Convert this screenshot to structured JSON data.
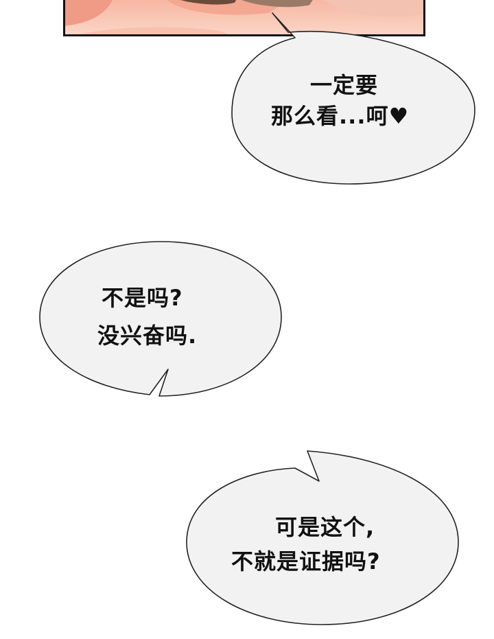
{
  "bubbles": [
    {
      "lines": [
        "一定要",
        "那么看...呵♥"
      ]
    },
    {
      "lines": [
        "不是吗?",
        "没兴奋吗."
      ]
    },
    {
      "lines": [
        "可是这个,",
        "不就是证据吗?"
      ]
    }
  ]
}
